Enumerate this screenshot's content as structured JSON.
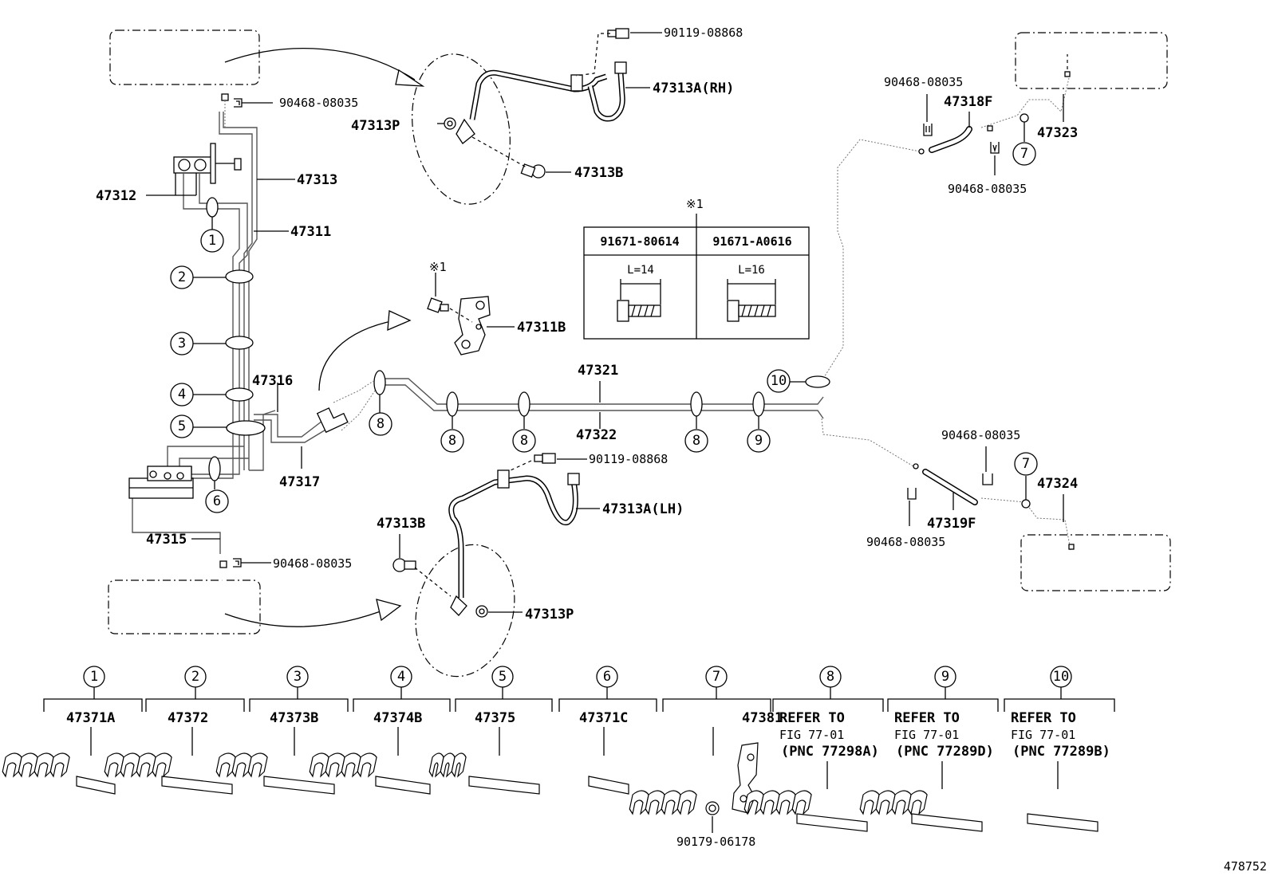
{
  "labels": {
    "p90119_top": "90119-08868",
    "p47313A_rh": "47313A(RH)",
    "p47313P_top": "47313P",
    "p47313B_top": "47313B",
    "p90468_tl": "90468-08035",
    "p47313": "47313",
    "p47312": "47312",
    "p47311": "47311",
    "p47311B": "47311B",
    "p47316": "47316",
    "p47317": "47317",
    "p47315": "47315",
    "p90468_bl": "90468-08035",
    "p47321": "47321",
    "p47322": "47322",
    "p90119_mid": "90119-08868",
    "p47313A_lh": "47313A(LH)",
    "p47313B_bot": "47313B",
    "p47313P_bot": "47313P",
    "p90468_tr_a": "90468-08035",
    "p47318F": "47318F",
    "p47323": "47323",
    "p90468_tr_b": "90468-08035",
    "p90468_mr_a": "90468-08035",
    "p47324": "47324",
    "p47319F": "47319F",
    "p90468_mr_b": "90468-08035",
    "note1_top": "※1",
    "note1_bolt": "※1",
    "fig_number": "478752"
  },
  "bolt_table": {
    "col1_part": "91671-80614",
    "col2_part": "91671-A0616",
    "col1_len": "L=14",
    "col2_len": "L=16"
  },
  "callouts": {
    "c1": "1",
    "c2": "2",
    "c3": "3",
    "c4": "4",
    "c5": "5",
    "c6": "6",
    "c7a": "7",
    "c7b": "7",
    "c8a": "8",
    "c8b": "8",
    "c8c": "8",
    "c8d": "8",
    "c9": "9",
    "c10": "10"
  },
  "legend": [
    {
      "num": "1",
      "part": "47371A",
      "refer": ""
    },
    {
      "num": "2",
      "part": "47372",
      "refer": ""
    },
    {
      "num": "3",
      "part": "47373B",
      "refer": ""
    },
    {
      "num": "4",
      "part": "47374B",
      "refer": ""
    },
    {
      "num": "5",
      "part": "47375",
      "refer": ""
    },
    {
      "num": "6",
      "part": "47371C",
      "refer": ""
    },
    {
      "num": "7",
      "part": "47381",
      "refer": "",
      "extra": "90179-06178"
    },
    {
      "num": "8",
      "part": "",
      "refer1": "REFER TO",
      "refer2": "FIG 77-01",
      "refer3": "(PNC 77298A)"
    },
    {
      "num": "9",
      "part": "",
      "refer1": "REFER TO",
      "refer2": "FIG 77-01",
      "refer3": "(PNC 77289D)"
    },
    {
      "num": "10",
      "part": "",
      "refer1": "REFER TO",
      "refer2": "FIG 77-01",
      "refer3": "(PNC 77289B)"
    }
  ]
}
